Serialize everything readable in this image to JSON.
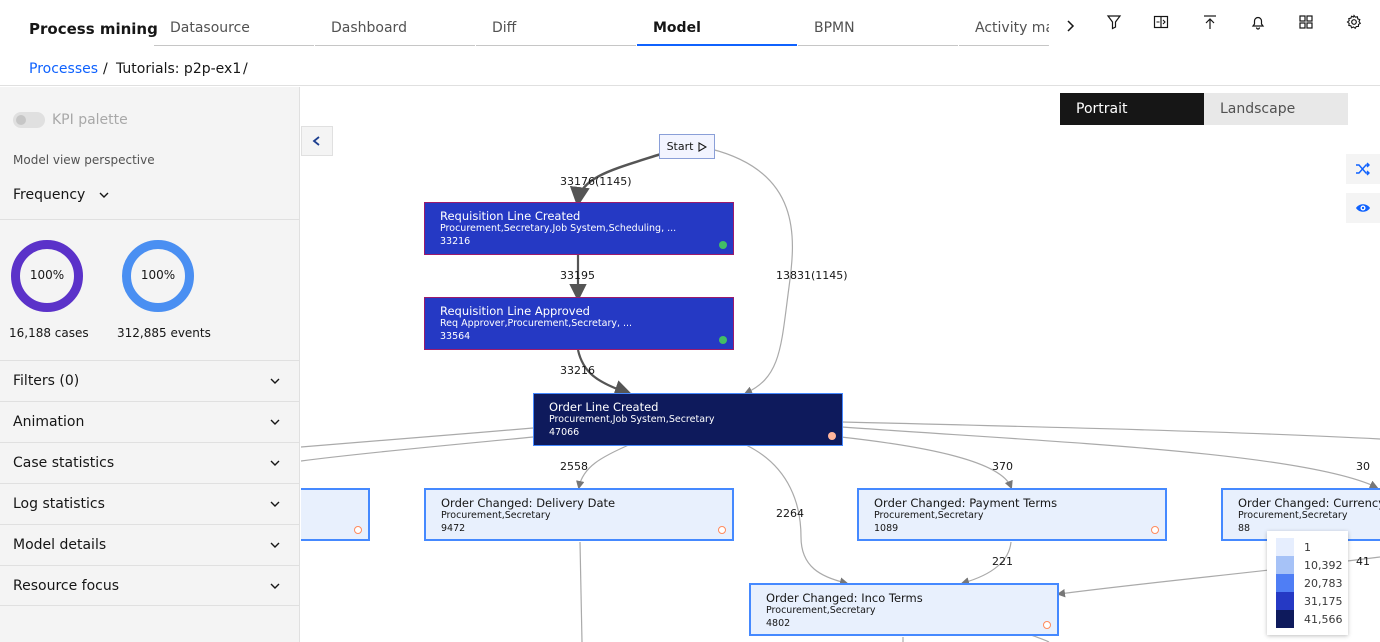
{
  "header": {
    "app_title": "Process mining",
    "tabs": [
      {
        "label": "Datasource",
        "active": false
      },
      {
        "label": "Dashboard",
        "active": false
      },
      {
        "label": "Diff",
        "active": false
      },
      {
        "label": "Model",
        "active": true
      },
      {
        "label": "BPMN",
        "active": false
      },
      {
        "label": "Activity map",
        "active": false
      }
    ],
    "toolbar_icons": [
      "filter-icon",
      "compare-icon",
      "upload-icon",
      "notification-icon",
      "app-switcher-icon",
      "settings-icon"
    ]
  },
  "breadcrumb": {
    "root": "Processes",
    "separator": "/",
    "current": "Tutorials: p2p-ex1"
  },
  "sidebar": {
    "kpi_palette": {
      "label": "KPI palette",
      "enabled": false
    },
    "perspective_label": "Model view perspective",
    "perspective_value": "Frequency",
    "stats": [
      {
        "percent_label": "100%",
        "value_label": "16,188 cases",
        "color": "#5b32c9"
      },
      {
        "percent_label": "100%",
        "value_label": "312,885 events",
        "color": "#4a8ff2"
      }
    ],
    "accordion": [
      "Filters (0)",
      "Animation",
      "Case statistics",
      "Log statistics",
      "Model details",
      "Resource focus"
    ]
  },
  "canvas": {
    "orientation": {
      "portrait": "Portrait",
      "landscape": "Landscape",
      "selected": "Portrait"
    },
    "start_label": "Start",
    "nodes": [
      {
        "title": "Requisition Line Created",
        "resources": "Procurement,Secretary,Job System,Scheduling, ...",
        "count": "33216",
        "style": "mid",
        "dot_color": "#42be65"
      },
      {
        "title": "Requisition Line Approved",
        "resources": "Req Approver,Procurement,Secretary, ...",
        "count": "33564",
        "style": "mid",
        "dot_color": "#42be65"
      },
      {
        "title": "Order Line Created",
        "resources": "Procurement,Job System,Secretary",
        "count": "47066",
        "style": "dark",
        "dot_color": "#ffb59c"
      },
      {
        "title": "Order Changed: Delivery Date",
        "resources": "Procurement,Secretary",
        "count": "9472",
        "style": "light",
        "dot_color": "#ff8a5c"
      },
      {
        "title": "Order Changed: Payment Terms",
        "resources": "Procurement,Secretary",
        "count": "1089",
        "style": "light",
        "dot_color": "#ff8a5c"
      },
      {
        "title": "Order Changed: Currency",
        "resources": "Procurement,Secretary",
        "count": "88",
        "style": "light",
        "dot_color": "#ff8a5c"
      },
      {
        "title": "Order Changed: Inco Terms",
        "resources": "Procurement,Secretary",
        "count": "4802",
        "style": "light",
        "dot_color": "#ff8a5c"
      },
      {
        "title": "",
        "resources": "",
        "count": "",
        "style": "light",
        "dot_color": "#ff8a5c"
      }
    ],
    "edge_labels": [
      "33176(1145)",
      "33195",
      "13831(1145)",
      "33216",
      "2558",
      "370",
      "30",
      "2264",
      "221",
      "41"
    ],
    "legend": {
      "values": [
        "1",
        "10,392",
        "20,783",
        "31,175",
        "41,566"
      ],
      "colors": [
        "#e6eefe",
        "#a6c2f7",
        "#4f7ef5",
        "#2539c4",
        "#0e1a5c"
      ]
    }
  }
}
